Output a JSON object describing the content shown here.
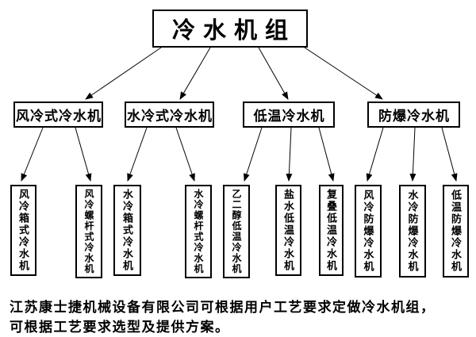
{
  "title": "冷水机组",
  "groups": [
    {
      "label": "风冷式冷水机",
      "children": [
        "风冷箱式冷水机",
        "风冷螺杆式冷水机"
      ]
    },
    {
      "label": "水冷式冷水机",
      "children": [
        "水冷箱式冷水机",
        "水冷螺杆式冷水机"
      ]
    },
    {
      "label": "低温冷水机",
      "children": [
        "乙二醇低温冷水机",
        "盐水低温冷水机",
        "复叠低温冷水机"
      ]
    },
    {
      "label": "防爆冷水机",
      "children": [
        "风冷防爆冷水机",
        "水冷防爆冷水机",
        "低温防爆冷水机"
      ]
    }
  ],
  "footer": {
    "line1": "江苏康士捷机械设备有限公司可根据用户工艺要求定做冷水机组，",
    "line2": "可根据工艺要求选型及提供方案。"
  },
  "colors": {
    "background": "#ffffff",
    "box_border": "#000000",
    "arrow": "#000000",
    "text": "#000000"
  }
}
